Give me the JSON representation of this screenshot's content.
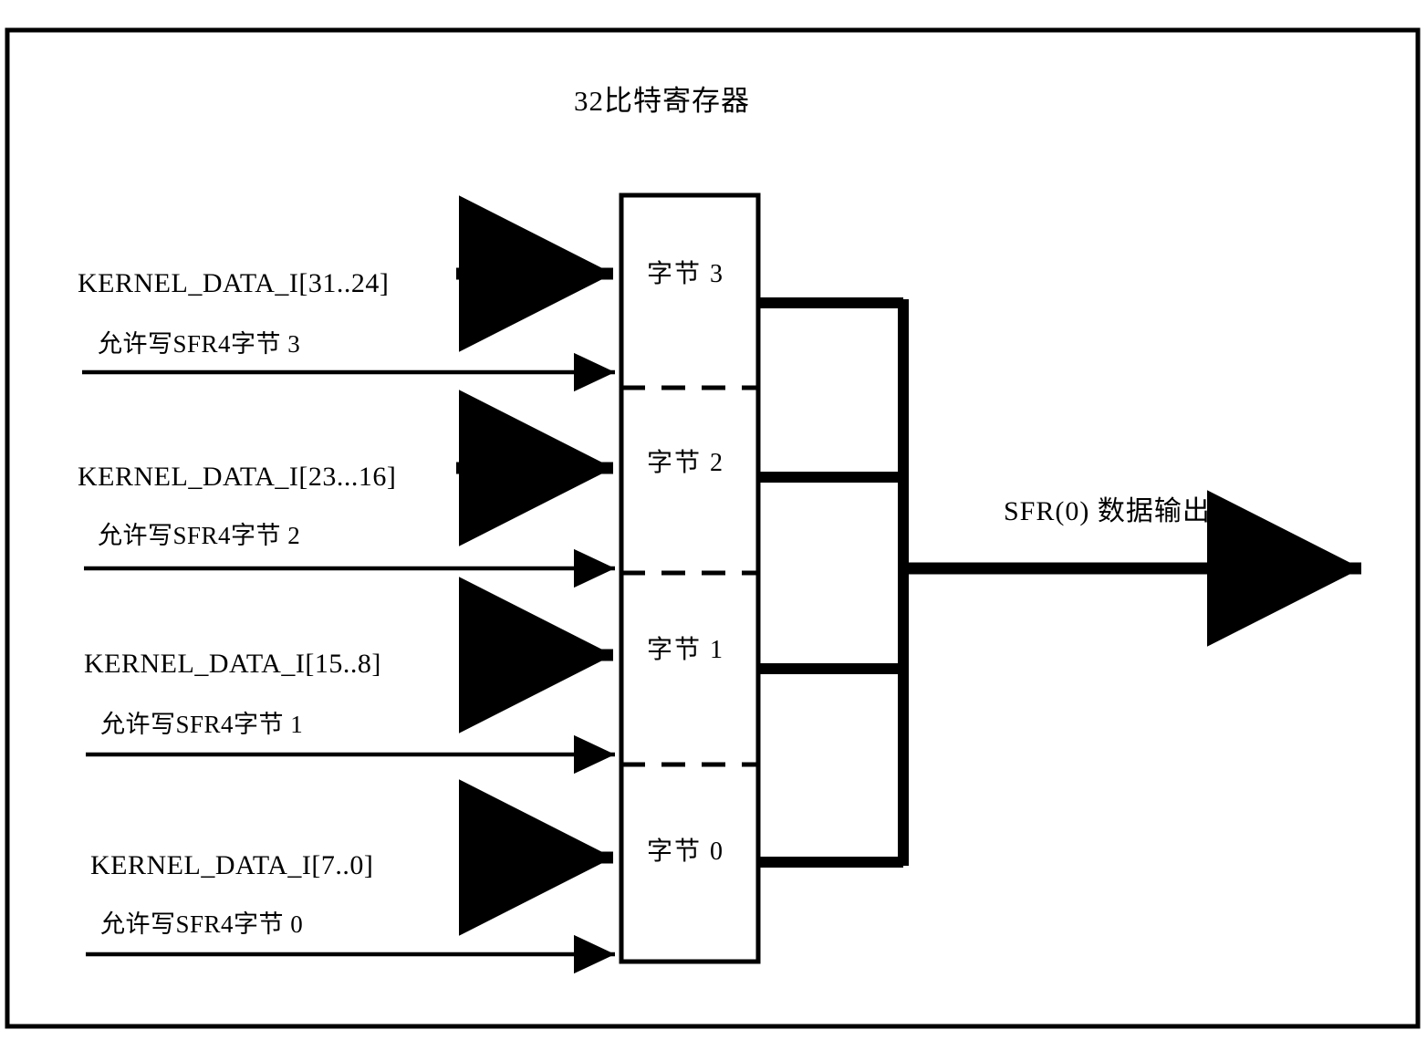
{
  "diagram": {
    "title": "32比特寄存器",
    "output_label": "SFR(0) 数据输出",
    "register": {
      "bytes": [
        {
          "name": "字节 3"
        },
        {
          "name": "字节 2"
        },
        {
          "name": "字节 1"
        },
        {
          "name": "字节 0"
        }
      ]
    },
    "inputs": [
      {
        "data_label": "KERNEL_DATA_I[31..24]",
        "enable_label": "允许写SFR4字节 3"
      },
      {
        "data_label": "KERNEL_DATA_I[23...16]",
        "enable_label": "允许写SFR4字节 2"
      },
      {
        "data_label": "KERNEL_DATA_I[15..8]",
        "enable_label": "允许写SFR4字节 1"
      },
      {
        "data_label": "KERNEL_DATA_I[7..0]",
        "enable_label": "允许写SFR4字节 0"
      }
    ],
    "colors": {
      "ink": "#000000",
      "background": "#ffffff"
    }
  }
}
